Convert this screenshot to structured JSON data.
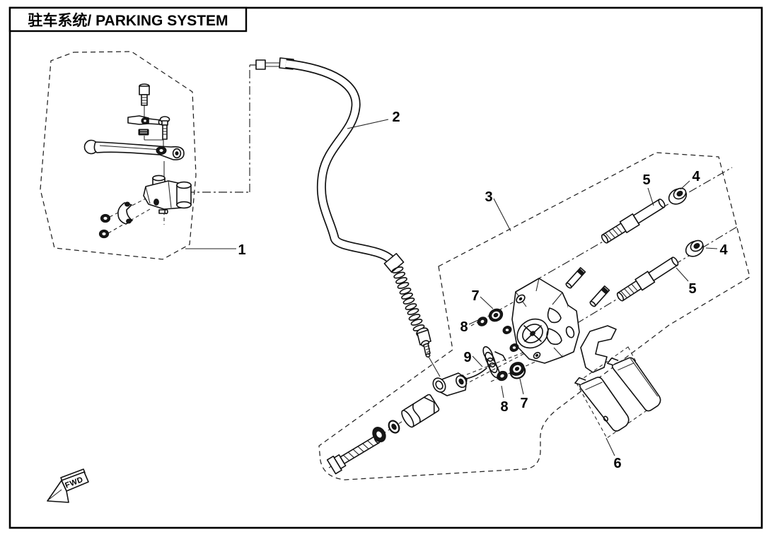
{
  "title": "驻车系统/ PARKING SYSTEM",
  "direction_marker": "FWD",
  "callouts": [
    {
      "number": "1"
    },
    {
      "number": "2"
    },
    {
      "number": "3"
    },
    {
      "number": "4"
    },
    {
      "number": "4"
    },
    {
      "number": "5"
    },
    {
      "number": "5"
    },
    {
      "number": "6"
    },
    {
      "number": "7"
    },
    {
      "number": "7"
    },
    {
      "number": "8"
    },
    {
      "number": "8"
    },
    {
      "number": "9"
    }
  ]
}
